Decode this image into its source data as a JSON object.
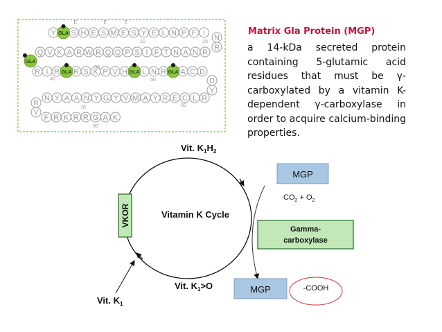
{
  "colors": {
    "heading": "#c0143c",
    "mgp_box": "#a9c7e2",
    "green_box": "#c2e8b8",
    "green_border": "#1f6e1f",
    "gla": "#8cc63f",
    "red_ring": "#c8343c",
    "residue_ring": "#9b9b9b"
  },
  "protein": {
    "rows": [
      [
        "Y",
        "GLA",
        "S",
        "H",
        "E",
        "S",
        "M",
        "E",
        "S",
        "Y",
        "E",
        "L",
        "N",
        "P",
        "F",
        "I"
      ],
      [
        "Q",
        "V",
        "K",
        "A",
        "R",
        "W",
        "R",
        "Q",
        "Q",
        "P",
        "S",
        "I",
        "F",
        "T",
        "N",
        "A",
        "N",
        "R"
      ],
      [
        "R",
        "I",
        "R",
        "GLA",
        "R",
        "S",
        "K",
        "P",
        "V",
        "H",
        "GLA",
        "L",
        "N",
        "R",
        "GLA",
        "A",
        "C",
        "D"
      ],
      [
        "N",
        "Y",
        "A",
        "A",
        "N",
        "Y",
        "G",
        "Y",
        "V",
        "M",
        "A",
        "Y",
        "R",
        "E",
        "C",
        "L",
        "R"
      ],
      [
        "F",
        "R",
        "K",
        "R",
        "R",
        "G",
        "A",
        "K"
      ]
    ],
    "turns": [
      "N",
      "R",
      "D",
      "Y",
      "R",
      "Y"
    ],
    "edge_gla": "GLA",
    "small_marks": [
      "E",
      "E",
      "E"
    ],
    "numbers": [
      "10",
      "20",
      "30",
      "40",
      "50",
      "60",
      "70",
      "80"
    ]
  },
  "text": {
    "heading": "Matrix Gla Protein (MGP)",
    "description": "a 14-kDa secreted protein containing 5-glutamic acid residues that must be γ-carboxylated by a vitamin K-dependent γ-carboxylase in order to acquire calcium-binding properties."
  },
  "cycle": {
    "center_label": "Vitamin K Cycle",
    "top_label": {
      "main": "Vit. K",
      "sub1": "1",
      "mid": "H",
      "sub2": "2"
    },
    "bottom_label": {
      "main": "Vit. K",
      "sub1": "1",
      "rest": ">O"
    },
    "input_label": {
      "main": "Vit. K",
      "sub1": "1"
    },
    "vkor": "VKOR",
    "mgp_top": "MGP",
    "mgp_bottom": "MGP",
    "gas": {
      "a": "CO",
      "sub": "2",
      "b": " + O",
      "sub2": "2"
    },
    "enzyme": [
      "Gamma-",
      "carboxylase"
    ],
    "cooh": "-COOH"
  }
}
